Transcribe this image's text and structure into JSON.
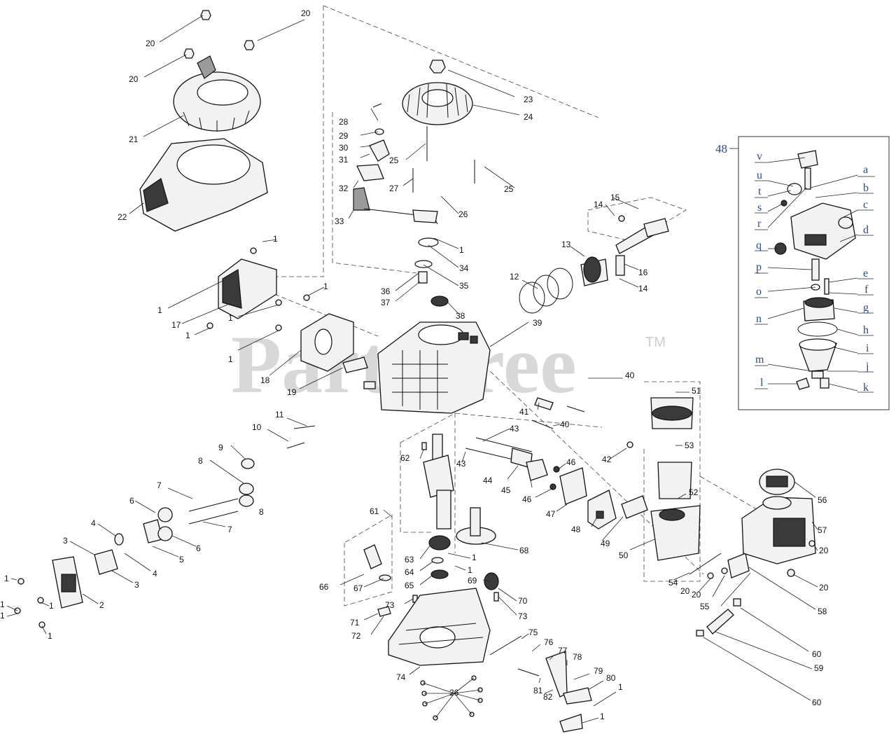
{
  "watermark": {
    "text": "PartsTree",
    "tm": "TM"
  },
  "callouts": [
    "1",
    "2",
    "3",
    "4",
    "5",
    "6",
    "7",
    "8",
    "9",
    "10",
    "11",
    "12",
    "13",
    "14",
    "15",
    "16",
    "17",
    "18",
    "19",
    "20",
    "21",
    "22",
    "23",
    "24",
    "25",
    "26",
    "27",
    "28",
    "29",
    "30",
    "31",
    "32",
    "33",
    "34",
    "35",
    "36",
    "37",
    "38",
    "39",
    "40",
    "41",
    "42",
    "43",
    "44",
    "45",
    "46",
    "47",
    "48",
    "49",
    "50",
    "51",
    "52",
    "53",
    "54",
    "55",
    "56",
    "57",
    "58",
    "59",
    "60",
    "61",
    "62",
    "63",
    "64",
    "65",
    "66",
    "67",
    "68",
    "69",
    "70",
    "71",
    "72",
    "73",
    "74",
    "75",
    "76",
    "77",
    "78",
    "79",
    "80",
    "81",
    "82"
  ],
  "carburetor_inset": {
    "title": "48",
    "letters": [
      "a",
      "b",
      "c",
      "d",
      "e",
      "f",
      "g",
      "h",
      "i",
      "j",
      "k",
      "l",
      "m",
      "n",
      "o",
      "p",
      "q",
      "r",
      "s",
      "t",
      "u",
      "v"
    ]
  }
}
